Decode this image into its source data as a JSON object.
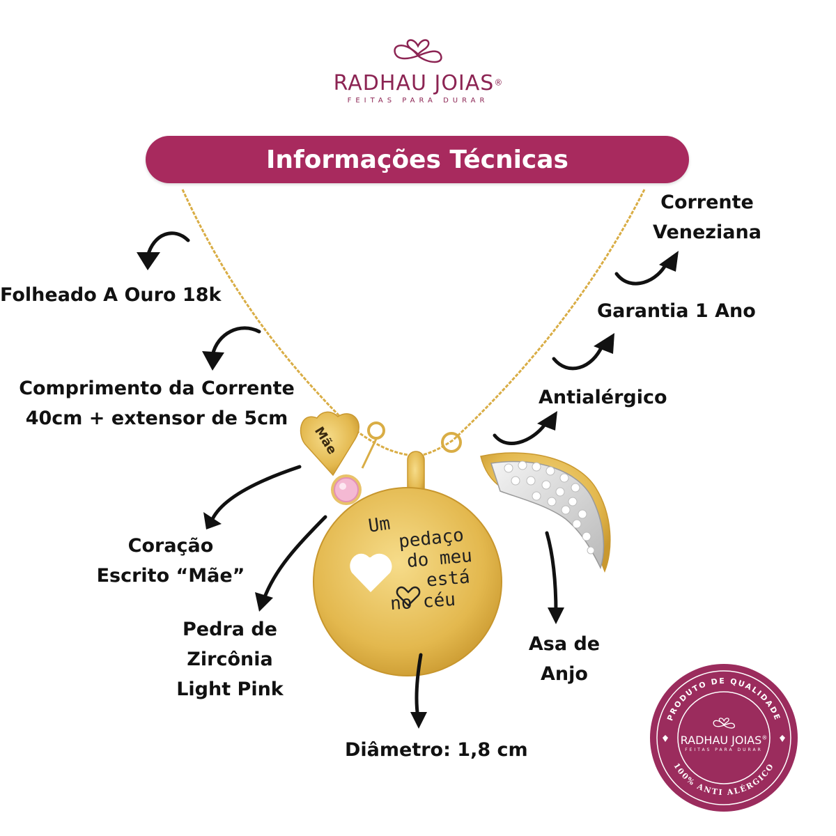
{
  "brand": {
    "name": "RADHAU JOIAS",
    "trademark": "®",
    "tagline": "FEITAS PARA DURAR",
    "color": "#8c2453"
  },
  "title": "Informações Técnicas",
  "accent_color": "#a82a5e",
  "pendant_text": [
    "Um",
    "pedaço",
    "do meu",
    "está",
    "no céu"
  ],
  "heart_tag_text": "Mãe",
  "labels": {
    "folheado": "Folheado A Ouro 18k",
    "comprimento_1": "Comprimento da Corrente",
    "comprimento_2": "40cm + extensor de 5cm",
    "coracao_1": "Coração",
    "coracao_2": "Escrito “Mãe”",
    "pedra_1": "Pedra de",
    "pedra_2": "Zircônia",
    "pedra_3": "Light Pink",
    "diametro": "Diâmetro: 1,8 cm",
    "asa_1": "Asa de",
    "asa_2": "Anjo",
    "antialergico": "Antialérgico",
    "garantia": "Garantia 1 Ano",
    "corrente_1": "Corrente",
    "corrente_2": "Veneziana"
  },
  "badge": {
    "top_text": "PRODUTO DE QUALIDADE",
    "bottom_text": "100% ANTI ALÉRGICO",
    "name": "RADHAU JOIAS",
    "trademark": "®",
    "tagline": "FEITAS PARA DURAR",
    "color": "#9b2c5d"
  }
}
